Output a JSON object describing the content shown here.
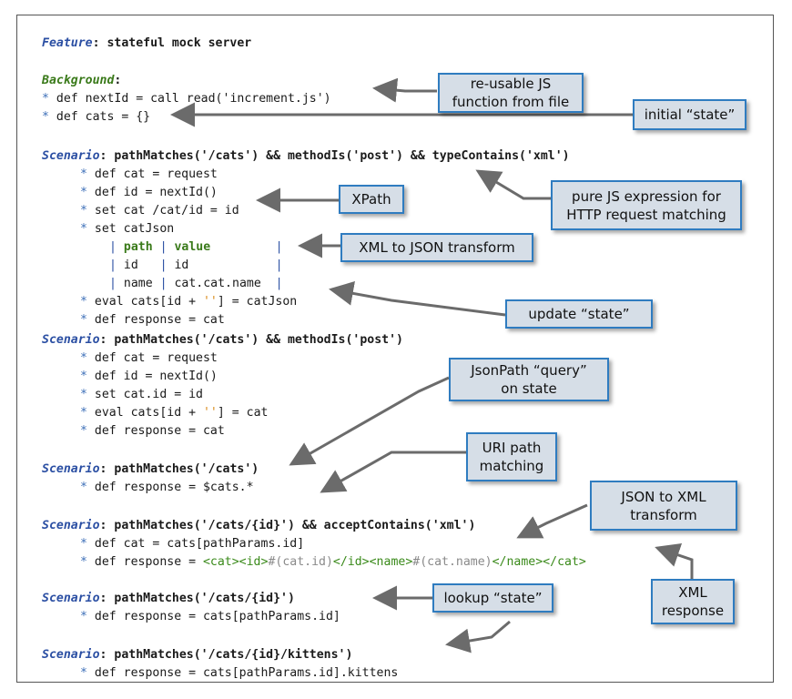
{
  "lines": [
    {
      "parts": [
        {
          "c": "kw-feature",
          "t": "Feature"
        },
        {
          "c": "bold",
          "t": ": stateful mock server"
        }
      ]
    },
    {
      "parts": [
        {
          "c": "kw-bg",
          "t": "Background"
        },
        {
          "c": "bold",
          "t": ":"
        }
      ]
    },
    {
      "parts": [
        {
          "c": "star",
          "t": "* "
        },
        {
          "c": "",
          "t": "def nextId = call read('increment.js')"
        }
      ]
    },
    {
      "parts": [
        {
          "c": "star",
          "t": "* "
        },
        {
          "c": "",
          "t": "def cats = {}"
        }
      ]
    },
    {
      "parts": [
        {
          "c": "kw-scen",
          "t": "Scenario"
        },
        {
          "c": "bold",
          "t": ": pathMatches('/cats') && methodIs('post') && typeContains('xml')"
        }
      ]
    },
    {
      "parts": [
        {
          "c": "star",
          "t": "* "
        },
        {
          "c": "",
          "t": "def cat = request"
        }
      ]
    },
    {
      "parts": [
        {
          "c": "star",
          "t": "* "
        },
        {
          "c": "",
          "t": "def id = nextId()"
        }
      ]
    },
    {
      "parts": [
        {
          "c": "star",
          "t": "* "
        },
        {
          "c": "",
          "t": "set cat /cat/id = id"
        }
      ]
    },
    {
      "parts": [
        {
          "c": "star",
          "t": "* "
        },
        {
          "c": "",
          "t": "set catJson"
        }
      ]
    },
    {
      "parts": [
        {
          "c": "tbl",
          "t": "| "
        },
        {
          "c": "tbl-head",
          "t": "path"
        },
        {
          "c": "tbl",
          "t": " | "
        },
        {
          "c": "tbl-head",
          "t": "value"
        },
        {
          "c": "tbl",
          "t": "         |"
        }
      ]
    },
    {
      "parts": [
        {
          "c": "tbl",
          "t": "| "
        },
        {
          "c": "",
          "t": "id  "
        },
        {
          "c": "tbl",
          "t": " | "
        },
        {
          "c": "",
          "t": "id           "
        },
        {
          "c": "tbl",
          "t": " |"
        }
      ]
    },
    {
      "parts": [
        {
          "c": "tbl",
          "t": "| "
        },
        {
          "c": "",
          "t": "name"
        },
        {
          "c": "tbl",
          "t": " | "
        },
        {
          "c": "",
          "t": "cat.cat.name "
        },
        {
          "c": "tbl",
          "t": " |"
        }
      ]
    },
    {
      "parts": [
        {
          "c": "star",
          "t": "* "
        },
        {
          "c": "",
          "t": "eval cats[id + "
        },
        {
          "c": "str-q",
          "t": "''"
        },
        {
          "c": "",
          "t": "] = catJson"
        }
      ]
    },
    {
      "parts": [
        {
          "c": "star",
          "t": "* "
        },
        {
          "c": "",
          "t": "def response = cat"
        }
      ]
    },
    {
      "parts": [
        {
          "c": "kw-scen",
          "t": "Scenario"
        },
        {
          "c": "bold",
          "t": ": pathMatches('/cats') && methodIs('post')"
        }
      ]
    },
    {
      "parts": [
        {
          "c": "star",
          "t": "* "
        },
        {
          "c": "",
          "t": "def cat = request"
        }
      ]
    },
    {
      "parts": [
        {
          "c": "star",
          "t": "* "
        },
        {
          "c": "",
          "t": "def id = nextId()"
        }
      ]
    },
    {
      "parts": [
        {
          "c": "star",
          "t": "* "
        },
        {
          "c": "",
          "t": "set cat.id = id"
        }
      ]
    },
    {
      "parts": [
        {
          "c": "star",
          "t": "* "
        },
        {
          "c": "",
          "t": "eval cats[id + "
        },
        {
          "c": "str-q",
          "t": "''"
        },
        {
          "c": "",
          "t": "] = cat"
        }
      ]
    },
    {
      "parts": [
        {
          "c": "star",
          "t": "* "
        },
        {
          "c": "",
          "t": "def response = cat"
        }
      ]
    },
    {
      "parts": [
        {
          "c": "kw-scen",
          "t": "Scenario"
        },
        {
          "c": "bold",
          "t": ": pathMatches('/cats')"
        }
      ]
    },
    {
      "parts": [
        {
          "c": "star",
          "t": "* "
        },
        {
          "c": "",
          "t": "def response = $cats.*"
        }
      ]
    },
    {
      "parts": [
        {
          "c": "kw-scen",
          "t": "Scenario"
        },
        {
          "c": "bold",
          "t": ": pathMatches('/cats/{id}') && acceptContains('xml')"
        }
      ]
    },
    {
      "parts": [
        {
          "c": "star",
          "t": "* "
        },
        {
          "c": "",
          "t": "def cat = cats[pathParams.id]"
        }
      ]
    },
    {
      "parts": [
        {
          "c": "star",
          "t": "* "
        },
        {
          "c": "",
          "t": "def response = "
        },
        {
          "c": "xml-green",
          "t": "<cat><id>"
        },
        {
          "c": "xml-grey",
          "t": "#(cat.id)"
        },
        {
          "c": "xml-green",
          "t": "</id><name>"
        },
        {
          "c": "xml-grey",
          "t": "#(cat.name)"
        },
        {
          "c": "xml-green",
          "t": "</name></cat>"
        }
      ]
    },
    {
      "parts": [
        {
          "c": "kw-scen",
          "t": "Scenario"
        },
        {
          "c": "bold",
          "t": ": pathMatches('/cats/{id}')"
        }
      ]
    },
    {
      "parts": [
        {
          "c": "star",
          "t": "* "
        },
        {
          "c": "",
          "t": "def response = cats[pathParams.id]"
        }
      ]
    },
    {
      "parts": [
        {
          "c": "kw-scen",
          "t": "Scenario"
        },
        {
          "c": "bold",
          "t": ": pathMatches('/cats/{id}/kittens')"
        }
      ]
    },
    {
      "parts": [
        {
          "c": "star",
          "t": "* "
        },
        {
          "c": "",
          "t": "def response = cats[pathParams.id].kittens"
        }
      ]
    }
  ],
  "callouts": [
    {
      "text": "re-usable JS\nfunction from file"
    },
    {
      "text": "initial “state”"
    },
    {
      "text": "XPath"
    },
    {
      "text": "pure JS expression for\nHTTP request matching"
    },
    {
      "text": "XML to JSON transform"
    },
    {
      "text": "update “state”"
    },
    {
      "text": "JsonPath “query”\non state"
    },
    {
      "text": "URI path\nmatching"
    },
    {
      "text": "JSON to XML\ntransform"
    },
    {
      "text": "XML\nresponse"
    },
    {
      "text": "lookup “state”"
    }
  ]
}
